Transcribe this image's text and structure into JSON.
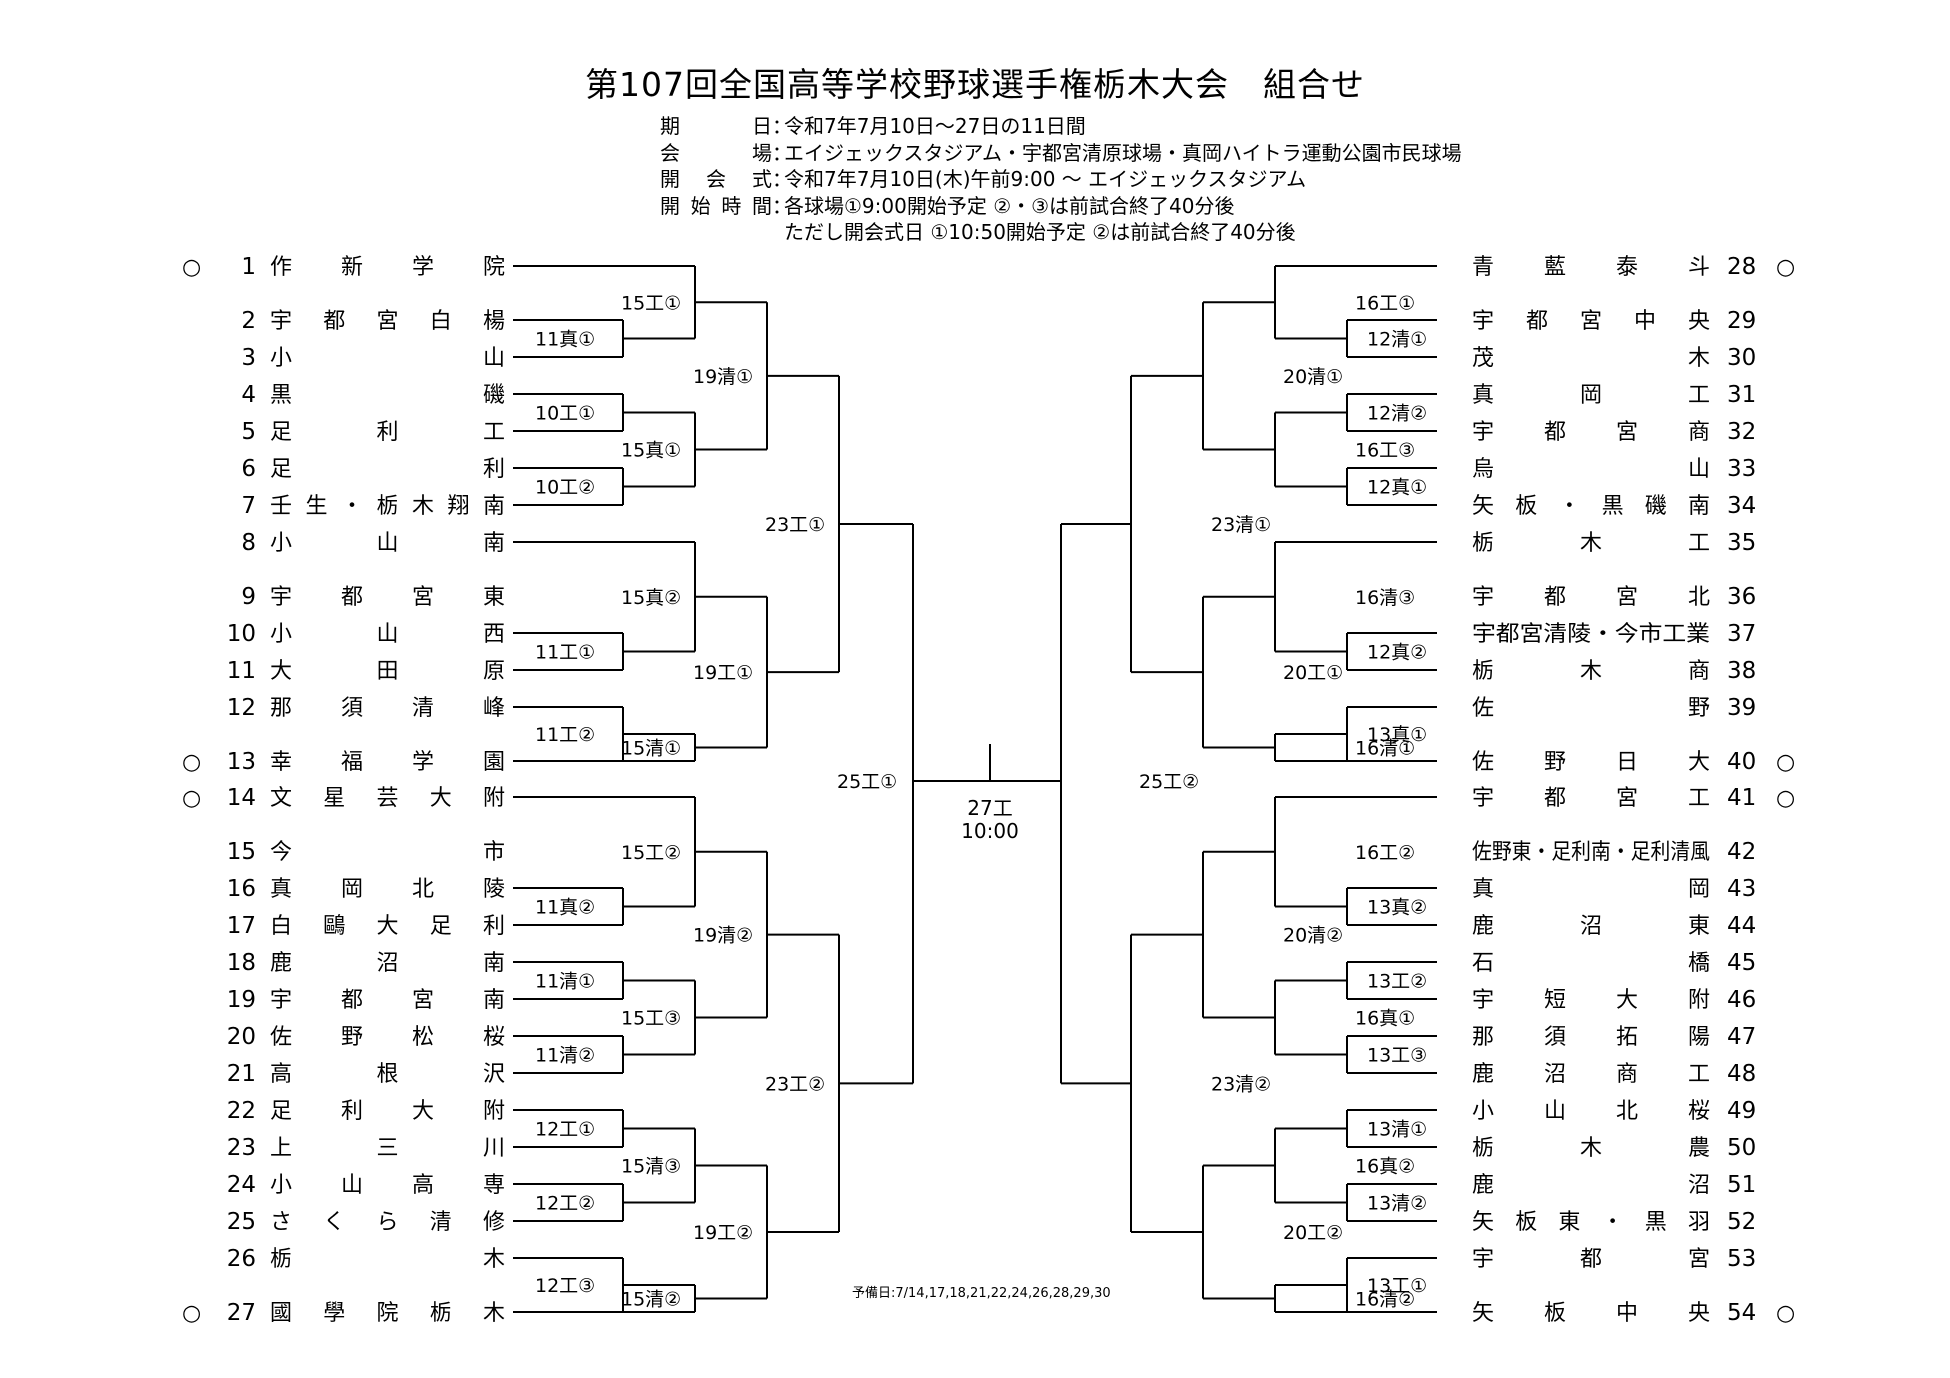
{
  "header": {
    "title": "第107回全国高等学校野球選手権栃木大会　組合せ",
    "info": [
      {
        "label": "期日",
        "value": "令和7年7月10日～27日の11日間"
      },
      {
        "label": "会場",
        "value": "エイジェックスタジアム・宇都宮清原球場・真岡ハイトラ運動公園市民球場"
      },
      {
        "label": "開会式",
        "value": "令和7年7月10日(木)午前9:00 ～ エイジェックスタジアム"
      },
      {
        "label": "開始時間",
        "value": "各球場①9:00開始予定 ②・③は前試合終了40分後"
      },
      {
        "label": "",
        "value": "ただし開会式日 ①10:50開始予定 ②は前試合終了40分後"
      }
    ]
  },
  "seed_mark": "○",
  "left_teams": [
    {
      "num": "1",
      "name": "作新学院",
      "seed": true
    },
    {
      "num": "2",
      "name": "宇都宮白楊",
      "seed": false
    },
    {
      "num": "3",
      "name": "小山",
      "seed": false
    },
    {
      "num": "4",
      "name": "黒磯",
      "seed": false
    },
    {
      "num": "5",
      "name": "足利工",
      "seed": false
    },
    {
      "num": "6",
      "name": "足利",
      "seed": false
    },
    {
      "num": "7",
      "name": "壬生・栃木翔南",
      "seed": false
    },
    {
      "num": "8",
      "name": "小山南",
      "seed": false
    },
    {
      "num": "9",
      "name": "宇都宮東",
      "seed": false
    },
    {
      "num": "10",
      "name": "小山西",
      "seed": false
    },
    {
      "num": "11",
      "name": "大田原",
      "seed": false
    },
    {
      "num": "12",
      "name": "那須清峰",
      "seed": false
    },
    {
      "num": "13",
      "name": "幸福学園",
      "seed": true
    },
    {
      "num": "14",
      "name": "文星芸大附",
      "seed": true
    },
    {
      "num": "15",
      "name": "今市",
      "seed": false
    },
    {
      "num": "16",
      "name": "真岡北陵",
      "seed": false
    },
    {
      "num": "17",
      "name": "白鷗大足利",
      "seed": false
    },
    {
      "num": "18",
      "name": "鹿沼南",
      "seed": false
    },
    {
      "num": "19",
      "name": "宇都宮南",
      "seed": false
    },
    {
      "num": "20",
      "name": "佐野松桜",
      "seed": false
    },
    {
      "num": "21",
      "name": "高根沢",
      "seed": false
    },
    {
      "num": "22",
      "name": "足利大附",
      "seed": false
    },
    {
      "num": "23",
      "name": "上三川",
      "seed": false
    },
    {
      "num": "24",
      "name": "小山高専",
      "seed": false
    },
    {
      "num": "25",
      "name": "さくら清修",
      "seed": false
    },
    {
      "num": "26",
      "name": "栃木",
      "seed": false
    },
    {
      "num": "27",
      "name": "國學院栃木",
      "seed": true
    }
  ],
  "right_teams": [
    {
      "num": "28",
      "name": "青藍泰斗",
      "seed": true
    },
    {
      "num": "29",
      "name": "宇都宮中央",
      "seed": false
    },
    {
      "num": "30",
      "name": "茂木",
      "seed": false
    },
    {
      "num": "31",
      "name": "真岡工",
      "seed": false
    },
    {
      "num": "32",
      "name": "宇都宮商",
      "seed": false
    },
    {
      "num": "33",
      "name": "烏山",
      "seed": false
    },
    {
      "num": "34",
      "name": "矢板・黒磯南",
      "seed": false
    },
    {
      "num": "35",
      "name": "栃木工",
      "seed": false
    },
    {
      "num": "36",
      "name": "宇都宮北",
      "seed": false
    },
    {
      "num": "37",
      "name": "宇都宮清陵・今市工業",
      "seed": false
    },
    {
      "num": "38",
      "name": "栃木商",
      "seed": false
    },
    {
      "num": "39",
      "name": "佐野",
      "seed": false
    },
    {
      "num": "40",
      "name": "佐野日大",
      "seed": true
    },
    {
      "num": "41",
      "name": "宇都宮工",
      "seed": true
    },
    {
      "num": "42",
      "name": "佐野東・足利南・足利清風",
      "seed": false
    },
    {
      "num": "43",
      "name": "真岡",
      "seed": false
    },
    {
      "num": "44",
      "name": "鹿沼東",
      "seed": false
    },
    {
      "num": "45",
      "name": "石橋",
      "seed": false
    },
    {
      "num": "46",
      "name": "宇短大附",
      "seed": false
    },
    {
      "num": "47",
      "name": "那須拓陽",
      "seed": false
    },
    {
      "num": "48",
      "name": "鹿沼商工",
      "seed": false
    },
    {
      "num": "49",
      "name": "小山北桜",
      "seed": false
    },
    {
      "num": "50",
      "name": "栃木農",
      "seed": false
    },
    {
      "num": "51",
      "name": "鹿沼",
      "seed": false
    },
    {
      "num": "52",
      "name": "矢板東・黒羽",
      "seed": false
    },
    {
      "num": "53",
      "name": "宇都宮",
      "seed": false
    },
    {
      "num": "54",
      "name": "矢板中央",
      "seed": true
    }
  ],
  "left_matches": {
    "r1": [
      "11真①",
      "10工①",
      "10工②",
      "11工①",
      "11工②",
      "11真②",
      "11清①",
      "11清②",
      "12工①",
      "12工②",
      "12工③"
    ],
    "r2": [
      "15工①",
      "15真①",
      "15真②",
      "15清①",
      "15工②",
      "15工③",
      "15清③",
      "15清②"
    ],
    "r3": [
      "19清①",
      "19工①",
      "19清②",
      "19工②"
    ],
    "r4": [
      "23工①",
      "23工②"
    ],
    "r5": "25工①"
  },
  "right_matches": {
    "r1": [
      "12清①",
      "12清②",
      "12真①",
      "12真②",
      "13真①",
      "13真②",
      "13工②",
      "13工③",
      "13清①",
      "13清②",
      "13工①"
    ],
    "r2": [
      "16工①",
      "16工③",
      "16清③",
      "16清①",
      "16工②",
      "16真①",
      "16真②",
      "16清②"
    ],
    "r3": [
      "20清①",
      "20工①",
      "20清②",
      "20工②"
    ],
    "r4": [
      "23清①",
      "23清②"
    ],
    "r5": "25工②"
  },
  "final": {
    "label": "27工",
    "time": "10:00"
  },
  "reserve_days": "予備日:7/14,17,18,21,22,24,26,28,29,30"
}
